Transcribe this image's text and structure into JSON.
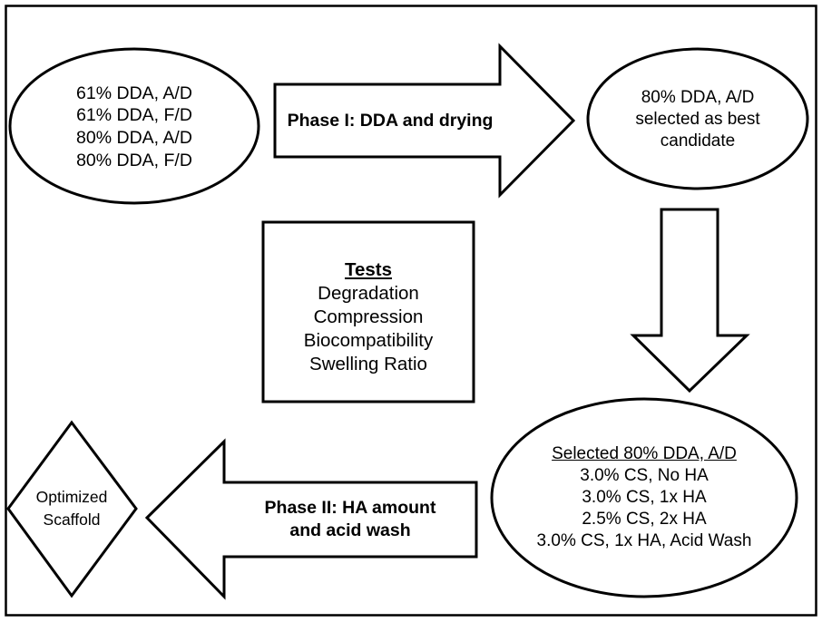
{
  "figure": {
    "title": "Two-phase scaffold optimization study design flowchart",
    "border_color": "#000000",
    "shape_fill": "#ffffff",
    "shape_stroke": "#000000",
    "text_color": "#000000"
  },
  "nodes": {
    "start_ellipse": {
      "name": "initial-formulations",
      "lines": [
        "61% DDA, A/D",
        "61% DDA, F/D",
        "80% DDA, A/D",
        "80% DDA, F/D"
      ]
    },
    "selected_ellipse": {
      "name": "phase-one-result",
      "lines": [
        "80% DDA, A/D",
        "selected as best",
        "candidate"
      ]
    },
    "tests_box": {
      "name": "tests-panel",
      "heading": "Tests",
      "items": [
        "Degradation",
        "Compression",
        "Biocompatibility",
        "Swelling Ratio"
      ]
    },
    "phase_two_ellipse": {
      "name": "phase-two-formulations",
      "heading": "Selected 80% DDA, A/D",
      "lines": [
        "3.0% CS, No HA",
        "3.0% CS, 1x HA",
        "2.5% CS, 2x HA",
        "3.0% CS, 1x HA, Acid Wash"
      ]
    },
    "outcome_diamond": {
      "name": "final-outcome",
      "lines": [
        "Optimized",
        "Scaffold"
      ]
    }
  },
  "arrows": {
    "phase_one": {
      "label": "Phase I: DDA and drying",
      "direction": "right"
    },
    "transition": {
      "label": "",
      "direction": "down"
    },
    "phase_two": {
      "label_line1": "Phase II: HA amount",
      "label_line2": "and acid wash",
      "direction": "left"
    }
  }
}
